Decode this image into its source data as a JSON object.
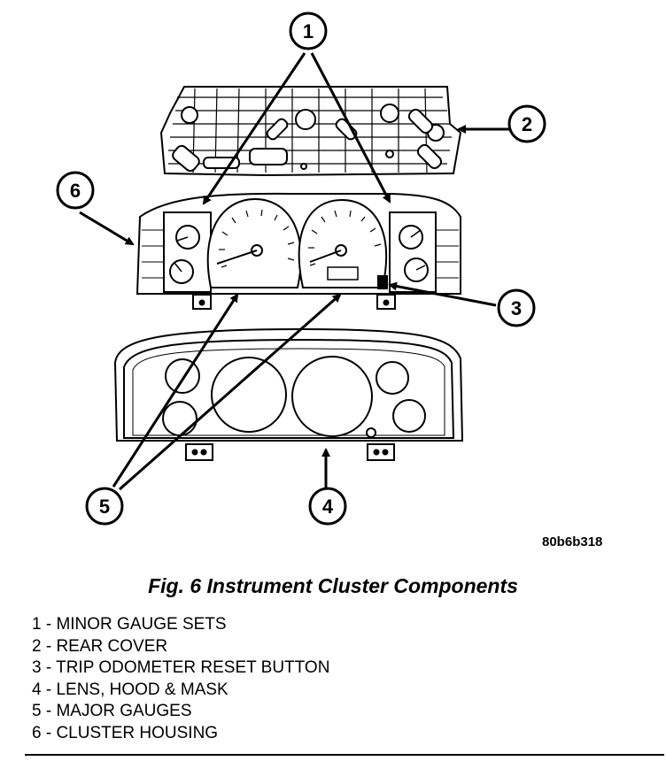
{
  "callouts": [
    {
      "number": "1"
    },
    {
      "number": "2"
    },
    {
      "number": "3"
    },
    {
      "number": "4"
    },
    {
      "number": "5"
    },
    {
      "number": "6"
    }
  ],
  "figure_code": "80b6b318",
  "caption": "Fig. 6 Instrument Cluster Components",
  "legend": [
    {
      "text": "1 - MINOR GAUGE SETS"
    },
    {
      "text": "2 - REAR COVER"
    },
    {
      "text": "3 - TRIP ODOMETER RESET BUTTON"
    },
    {
      "text": "4 - LENS, HOOD & MASK"
    },
    {
      "text": "5 - MAJOR GAUGES"
    },
    {
      "text": "6 - CLUSTER HOUSING"
    }
  ]
}
